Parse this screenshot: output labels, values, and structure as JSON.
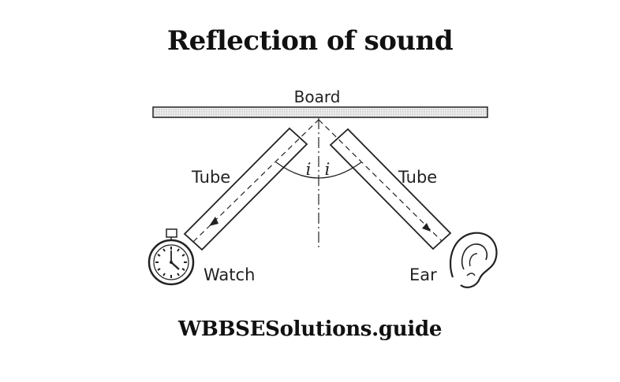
{
  "title": "Reflection of sound",
  "footer": "WBBSESolutions.guide",
  "diagram": {
    "board_label": "Board",
    "tube_left_label": "Tube",
    "tube_right_label": "Tube",
    "angle_left_label": "i",
    "angle_right_label": "i",
    "watch_label": "Watch",
    "ear_label": "Ear"
  },
  "colors": {
    "ink": "#222222",
    "board_fill": "#e6e6e6"
  }
}
